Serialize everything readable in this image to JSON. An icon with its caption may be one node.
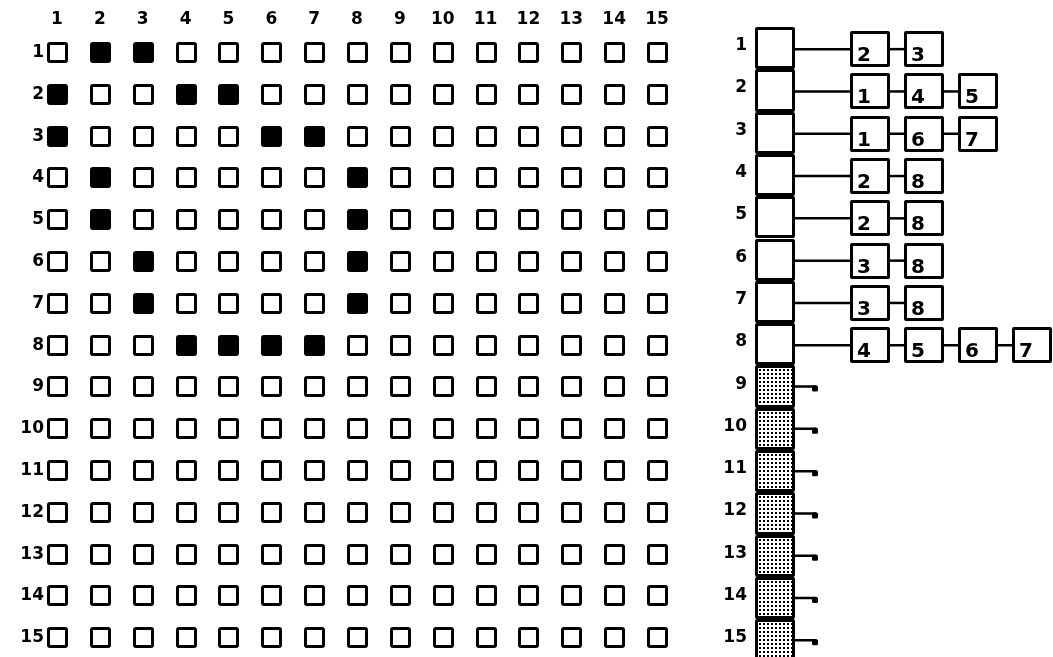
{
  "diagram": {
    "nodes": [
      {
        "text": [],
        "shape": "box",
        "beside": [
          "1"
        ]
      },
      {
        "text": [],
        "shape": "box",
        "beside": [
          "2"
        ]
      },
      {
        "text": [],
        "shape": "box",
        "beside": [
          "3"
        ]
      },
      {
        "text": [],
        "shape": "box",
        "beside": [
          "4"
        ]
      },
      {
        "text": [],
        "shape": "box",
        "beside": [
          "5"
        ]
      },
      {
        "text": [],
        "shape": "box",
        "beside": [
          "6"
        ]
      },
      {
        "text": [],
        "shape": "box",
        "beside": [
          "7"
        ]
      },
      {
        "text": [],
        "shape": "box",
        "beside": [
          "8"
        ]
      },
      {
        "text": [],
        "shape": "box",
        "beside": [
          "9"
        ]
      },
      {
        "text": [],
        "shape": "box",
        "beside": [
          "10"
        ]
      },
      {
        "text": [],
        "shape": "box",
        "beside": [
          "11"
        ]
      },
      {
        "text": [],
        "shape": "box",
        "beside": [
          "12"
        ]
      },
      {
        "text": [],
        "shape": "box",
        "beside": [
          "13"
        ]
      },
      {
        "text": [],
        "shape": "box",
        "beside": [
          "14"
        ]
      },
      {
        "text": [],
        "shape": "box",
        "beside": [
          "15"
        ]
      },
      {
        "text": [
          "2"
        ]
      },
      {
        "text": [
          "3"
        ]
      },
      {
        "text": [
          "1"
        ]
      },
      {
        "text": [
          "4"
        ]
      },
      {
        "text": [
          "5"
        ]
      },
      {
        "text": [
          "1"
        ]
      },
      {
        "text": [
          "6"
        ]
      },
      {
        "text": [
          "7"
        ]
      },
      {
        "text": [
          "2"
        ]
      },
      {
        "text": [
          "8"
        ]
      },
      {
        "text": [
          "2"
        ]
      },
      {
        "text": [
          "8"
        ]
      },
      {
        "text": [
          "3"
        ]
      },
      {
        "text": [
          "8"
        ]
      },
      {
        "text": [
          "3"
        ]
      },
      {
        "text": [
          "8"
        ]
      },
      {
        "text": [
          "4"
        ]
      },
      {
        "text": [
          "5"
        ]
      },
      {
        "text": [
          "6"
        ]
      },
      {
        "text": [
          "7"
        ]
      }
    ],
    "edges": [
      {
        "from": 0,
        "to": 15,
        "arrow": "other"
      },
      {
        "from": 15,
        "to": 16,
        "arrow": "none"
      },
      {
        "from": 1,
        "to": 17,
        "arrow": "other"
      },
      {
        "from": 17,
        "to": 18,
        "arrow": "none"
      },
      {
        "from": 18,
        "to": 19,
        "arrow": "none"
      },
      {
        "from": 2,
        "to": 20,
        "arrow": "other"
      },
      {
        "from": 20,
        "to": 21,
        "arrow": "none"
      },
      {
        "from": 21,
        "to": 22,
        "arrow": "none"
      },
      {
        "from": 3,
        "to": 23,
        "arrow": "other"
      },
      {
        "from": 23,
        "to": 24,
        "arrow": "none"
      },
      {
        "from": 4,
        "to": 25,
        "arrow": "other"
      },
      {
        "from": 25,
        "to": 26,
        "arrow": "none"
      },
      {
        "from": 5,
        "to": 27,
        "arrow": "other"
      },
      {
        "from": 27,
        "to": 28,
        "arrow": "none"
      },
      {
        "from": 6,
        "to": 29,
        "arrow": "other"
      },
      {
        "from": 29,
        "to": 30,
        "arrow": "none"
      },
      {
        "from": 7,
        "to": 31,
        "arrow": "other"
      },
      {
        "from": 31,
        "to": 32,
        "arrow": "none"
      },
      {
        "from": 32,
        "to": 33,
        "arrow": "none"
      },
      {
        "from": 33,
        "to": 34,
        "arrow": "none"
      },
      {
        "from": 8,
        "to": null,
        "arrow": "other"
      },
      {
        "from": 9,
        "to": null,
        "arrow": "other"
      },
      {
        "from": 10,
        "to": null,
        "arrow": "other"
      },
      {
        "from": 11,
        "to": null,
        "arrow": "other"
      },
      {
        "from": 12,
        "to": null,
        "arrow": "other"
      },
      {
        "from": 13,
        "to": null,
        "arrow": "other"
      },
      {
        "from": 14,
        "to": null,
        "arrow": "other"
      }
    ],
    "labels": [
      "1",
      "2",
      "3",
      "4",
      "5",
      "6",
      "7",
      "8",
      "9",
      "10",
      "11",
      "12",
      "13",
      "14",
      "15",
      "1",
      "2",
      "3",
      "4",
      "5",
      "6",
      "7",
      "8",
      "9",
      "10",
      "11",
      "12",
      "13",
      "14",
      "15"
    ]
  }
}
